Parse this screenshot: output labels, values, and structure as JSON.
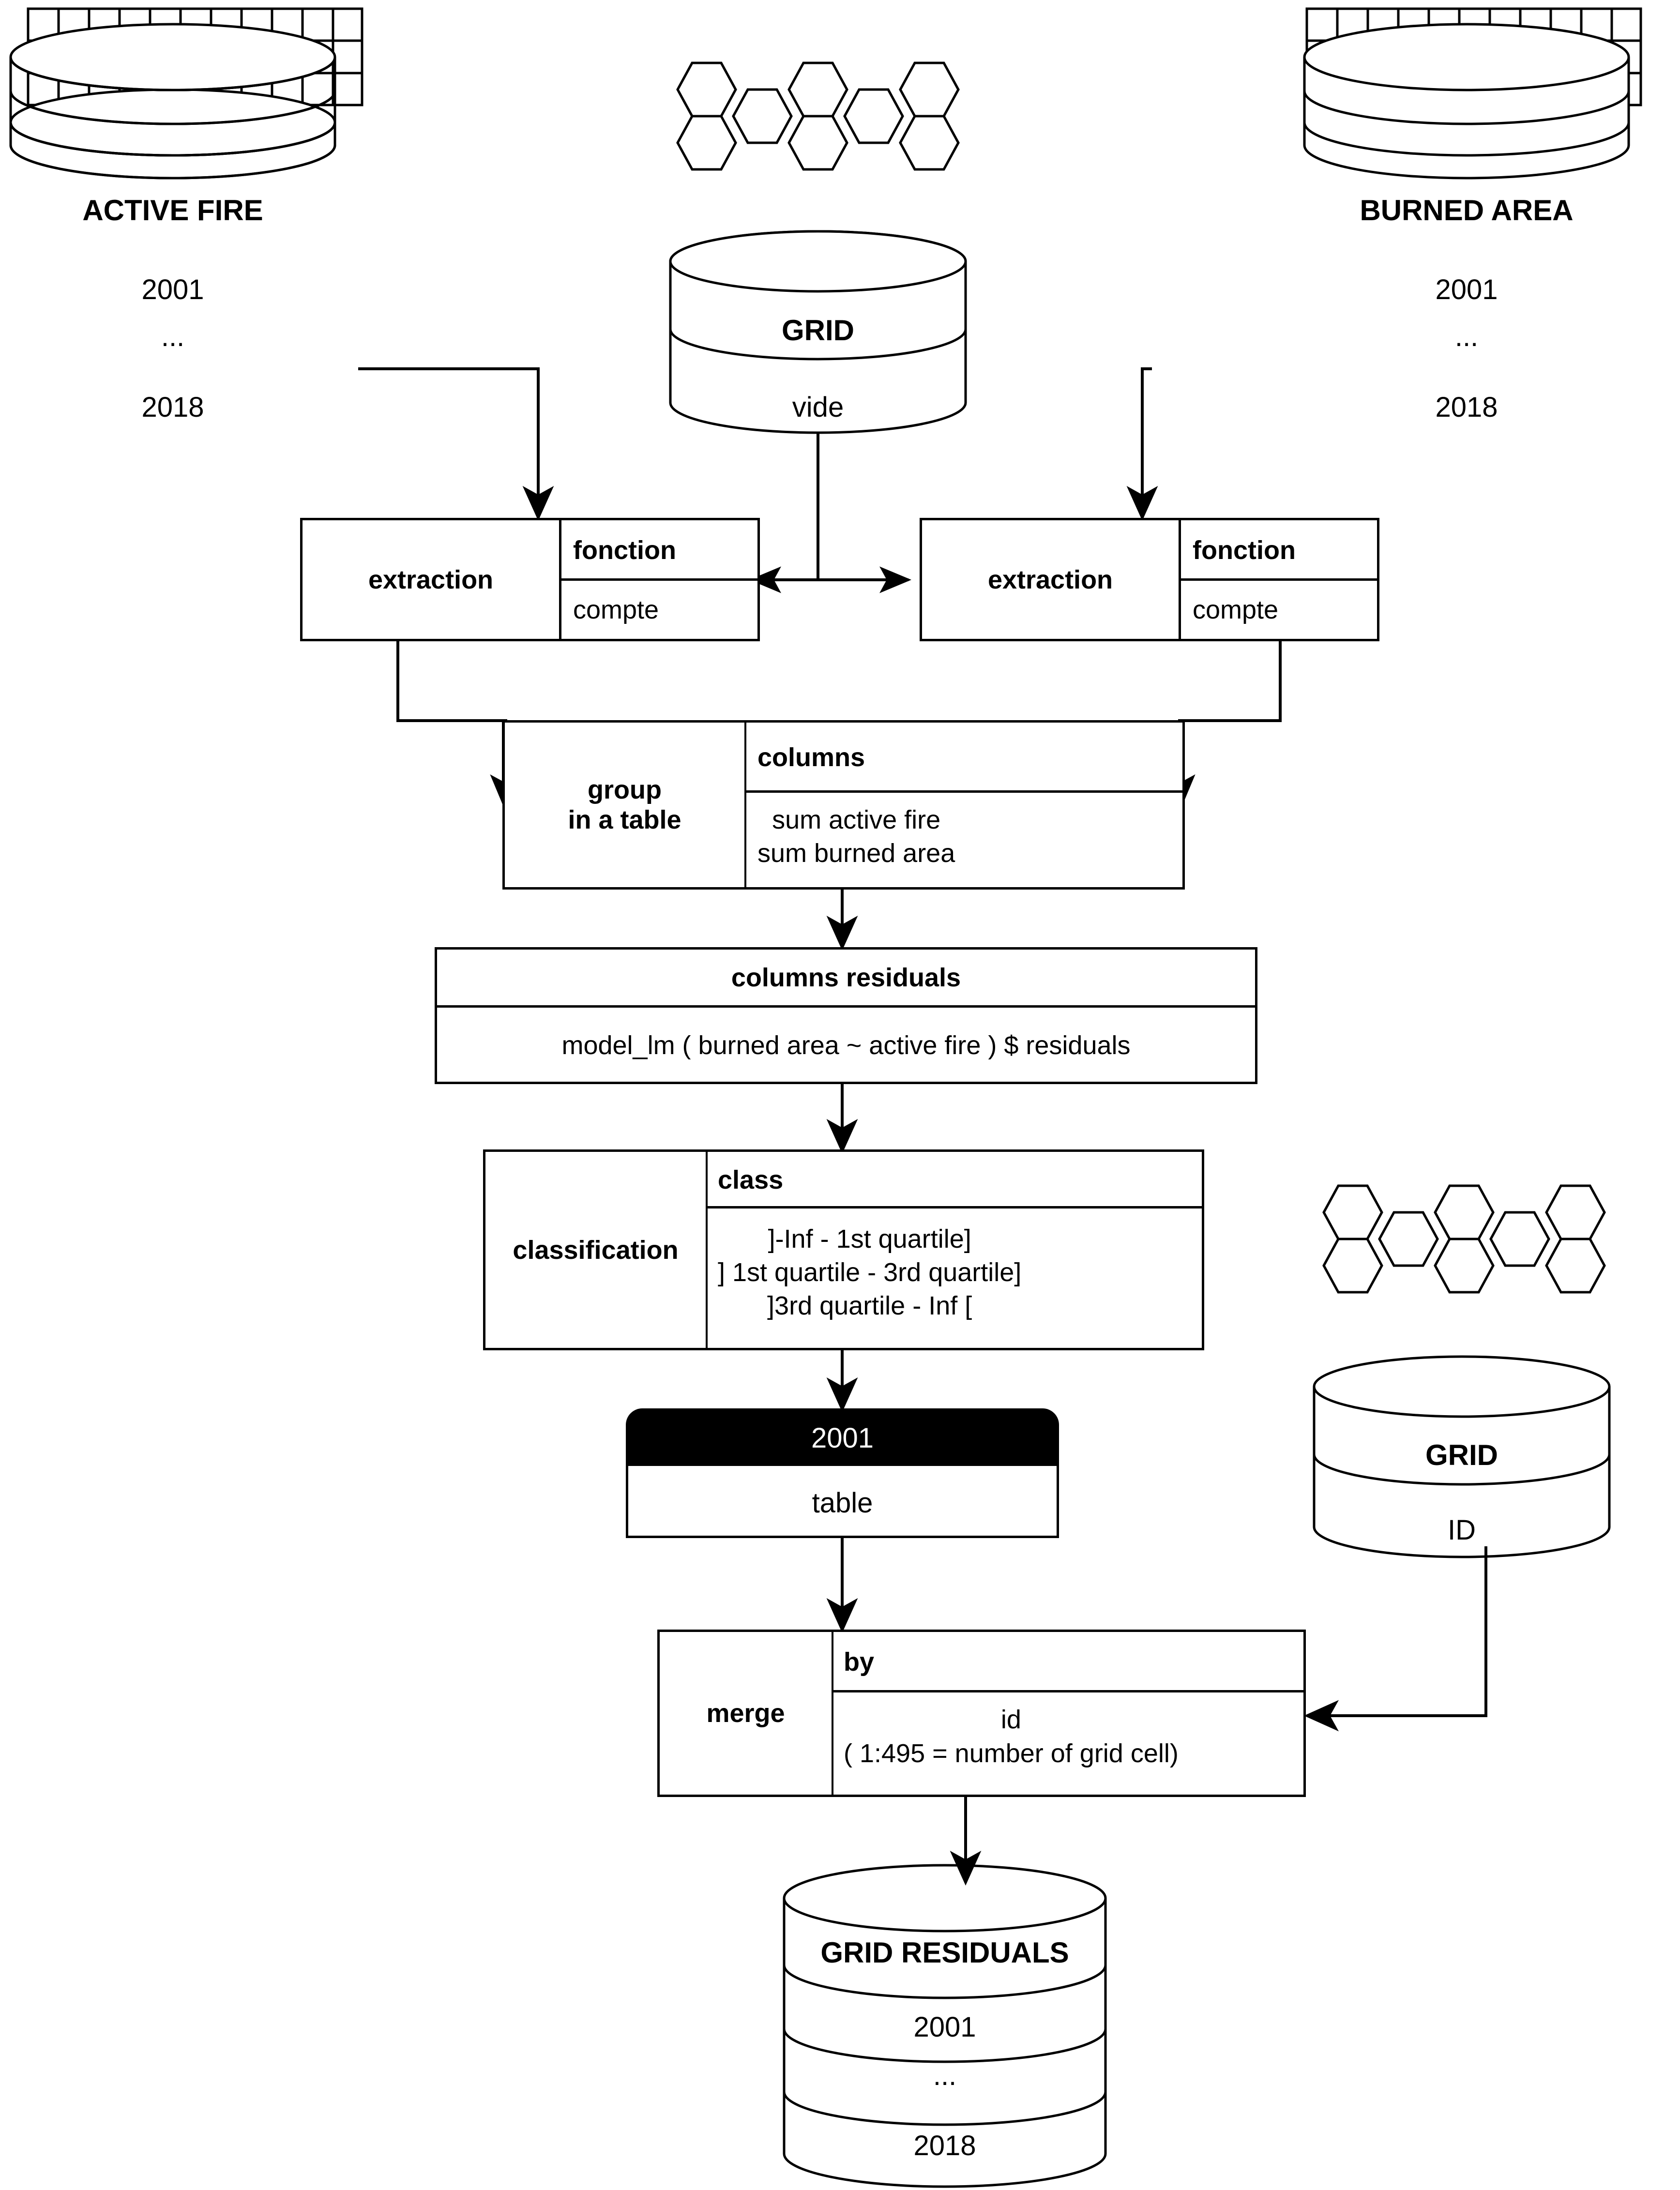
{
  "diagram": {
    "title": "fire data processing workflow",
    "stroke_color": "#000000",
    "background_color": "#ffffff",
    "accent_fill": "#000000"
  },
  "sources": {
    "active_fire": {
      "name": "ACTIVE FIRE",
      "rows": [
        "2001",
        "...",
        "2018"
      ],
      "icon": "raster-grid-icon"
    },
    "grid_empty": {
      "name": "GRID",
      "rows": [
        "vide"
      ],
      "icon": "hexagon-grid-icon"
    },
    "burned_area": {
      "name": "BURNED AREA",
      "rows": [
        "2001",
        "...",
        "2018"
      ],
      "icon": "raster-grid-icon"
    },
    "grid_id": {
      "name": "GRID",
      "rows": [
        "ID"
      ],
      "icon": "hexagon-grid-icon"
    }
  },
  "steps": {
    "extraction_left": {
      "operation": "extraction",
      "param_title": "fonction",
      "param_value": "compte"
    },
    "extraction_right": {
      "operation": "extraction",
      "param_title": "fonction",
      "param_value": "compte"
    },
    "group": {
      "operation": "group\nin a table",
      "param_title": "columns",
      "param_value": "sum active fire\nsum burned area"
    },
    "residuals": {
      "title": "columns residuals",
      "formula": "model_lm ( burned area ~ active fire ) $ residuals"
    },
    "classification": {
      "operation": "classification",
      "param_title": "class",
      "param_value": "]-Inf - 1st quartile]\n] 1st quartile - 3rd quartile]\n]3rd quartile - Inf ["
    },
    "year_table": {
      "header": "2001",
      "body": "table"
    },
    "merge": {
      "operation": "merge",
      "param_title": "by",
      "param_value": "id\n( 1:495 = number of grid cell)"
    }
  },
  "output": {
    "name": "GRID RESIDUALS",
    "rows": [
      "2001",
      "...",
      "2018"
    ],
    "icon": "database-cylinder-icon"
  },
  "raster_grid": {
    "cols": 11,
    "rows": 3
  },
  "hex_grid": {
    "cells": 8
  }
}
